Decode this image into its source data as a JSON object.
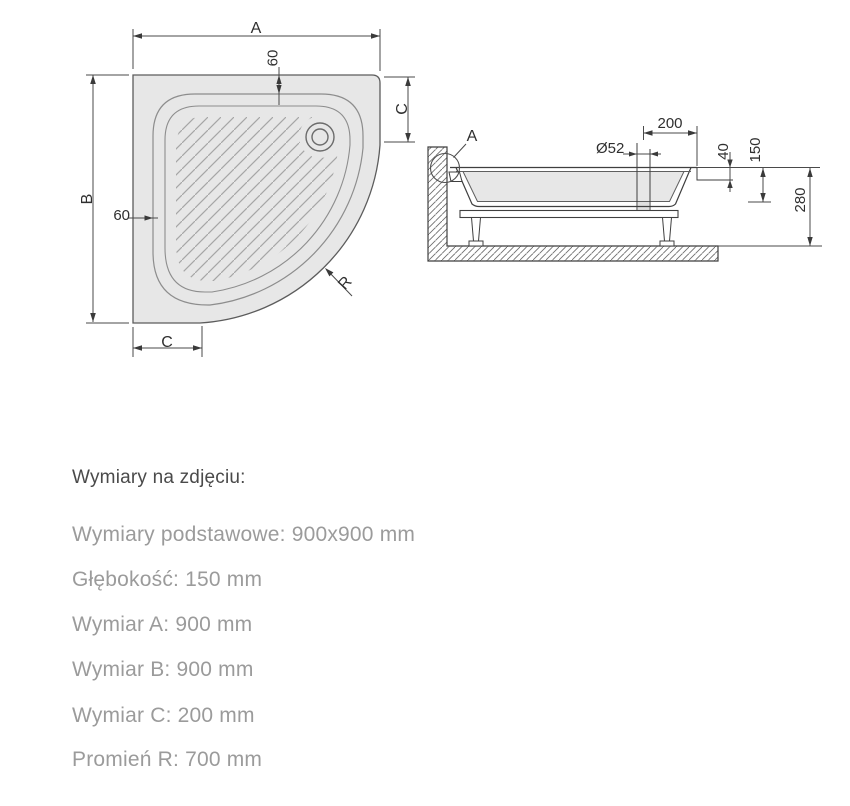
{
  "colors": {
    "background": "#ffffff",
    "tray_fill": "#e7e7e7",
    "drawing_line": "#3f3f3f",
    "secondary_line": "#8d8d8d",
    "dim_text": "#2f2f2f",
    "heading_text": "#4a4a4a",
    "body_text": "#9b9b9b"
  },
  "top_view": {
    "dim_width_label": "A",
    "dim_height_label": "B",
    "dim_corner_bottom_label": "C",
    "dim_corner_right_label": "C",
    "rim_offset_top_label": "60",
    "rim_offset_left_label": "60",
    "radius_label": "R"
  },
  "side_view": {
    "detail_label": "A",
    "drain_to_edge_label": "200",
    "drain_diameter_label": "Ø52",
    "rim_step_label": "40",
    "depth_label": "150",
    "installation_height_label": "280"
  },
  "specs": {
    "heading": "Wymiary na zdjęciu:",
    "items": [
      "Wymiary podstawowe: 900x900 mm",
      "Głębokość: 150 mm",
      "Wymiar A: 900 mm",
      "Wymiar B: 900 mm",
      "Wymiar C: 200 mm",
      "Promień R: 700 mm"
    ]
  }
}
